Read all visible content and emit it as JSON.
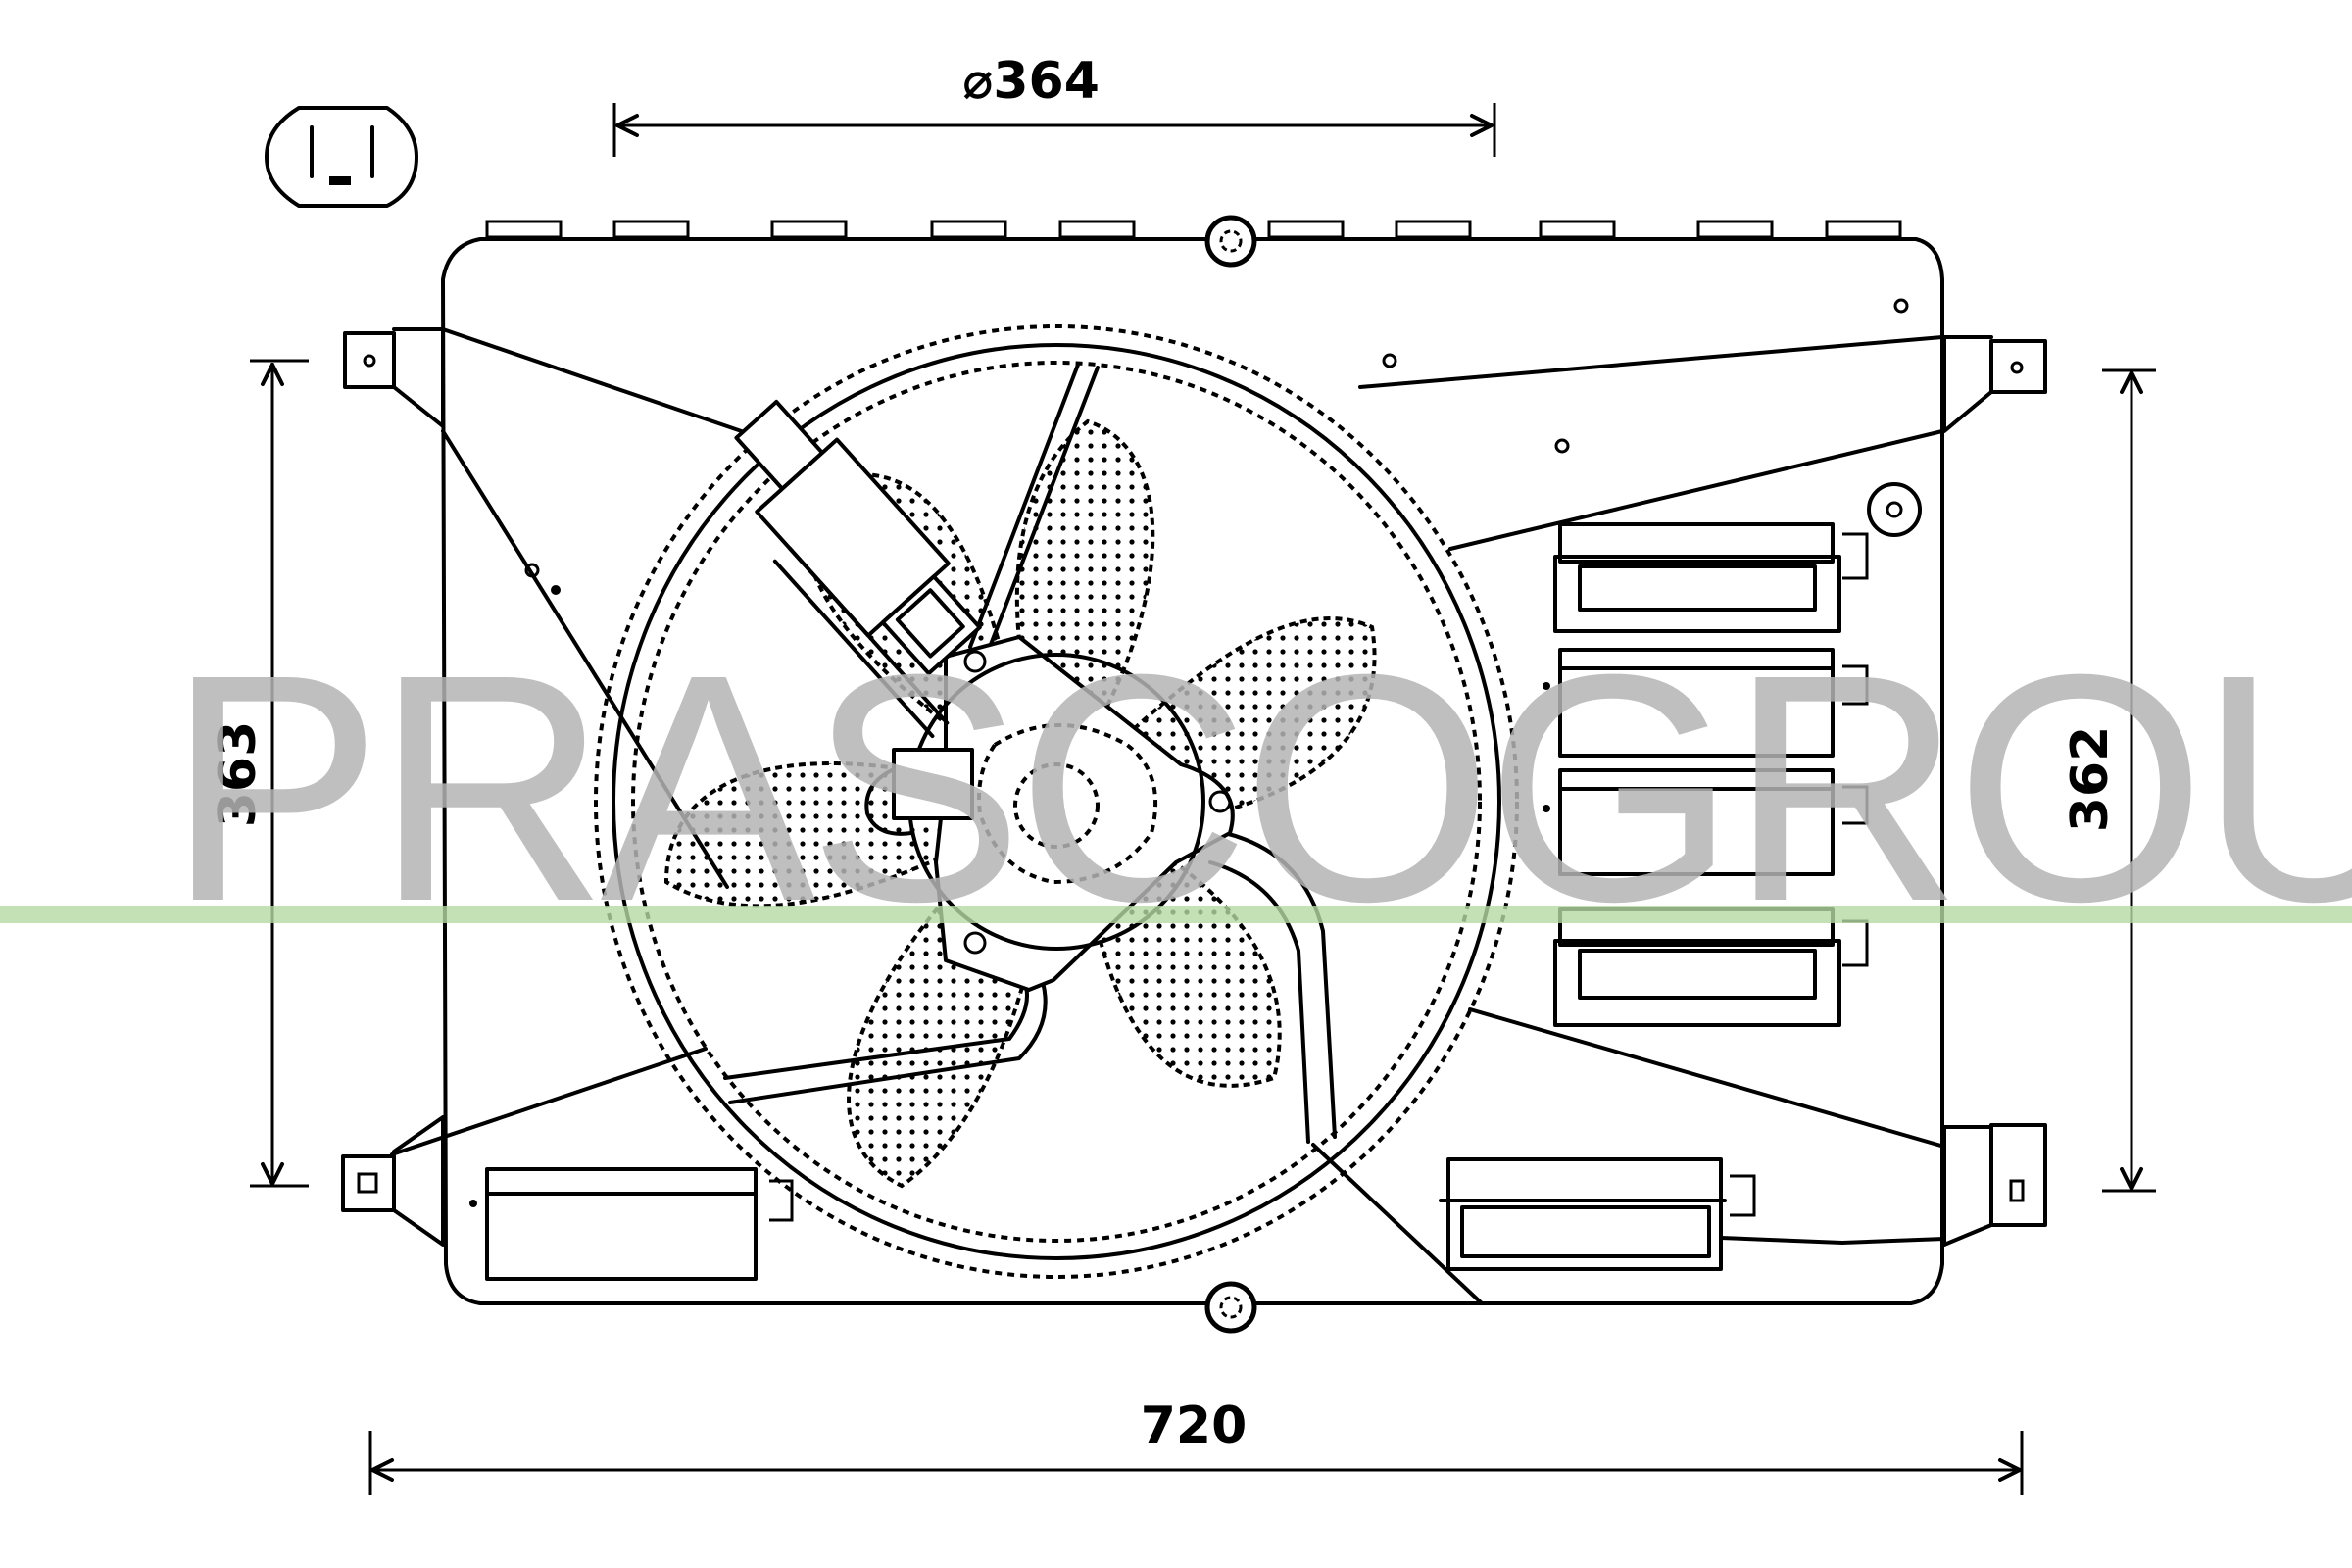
{
  "drawing": {
    "subject": "Radiator cooling fan assembly",
    "watermark": "PRASCOGROUP",
    "watermark_color": "#b4b4b4",
    "guide_line_color": "#b5d9a4",
    "line_color": "#000000",
    "background": "#ffffff"
  },
  "dimensions": {
    "fan_diameter": {
      "symbol": "⌀",
      "value": "364",
      "label": "⌀364"
    },
    "overall_width": {
      "value": "720",
      "label": "720"
    },
    "left_height": {
      "value": "363",
      "label": "363"
    },
    "right_height": {
      "value": "362",
      "label": "362"
    }
  },
  "symbols": {
    "connector_icon": "I_I"
  },
  "parts": {
    "frame": "shroud-frame",
    "fan": "fan-blades",
    "motor": "fan-motor",
    "resistor": "resistor-module",
    "clips": [
      "clip-1",
      "clip-2",
      "clip-3",
      "clip-4",
      "clip-5",
      "clip-6"
    ],
    "mounting_tabs": [
      "top-left",
      "top-right",
      "bottom-left",
      "bottom-right"
    ],
    "bolts": [
      "top-center",
      "bottom-center"
    ]
  }
}
